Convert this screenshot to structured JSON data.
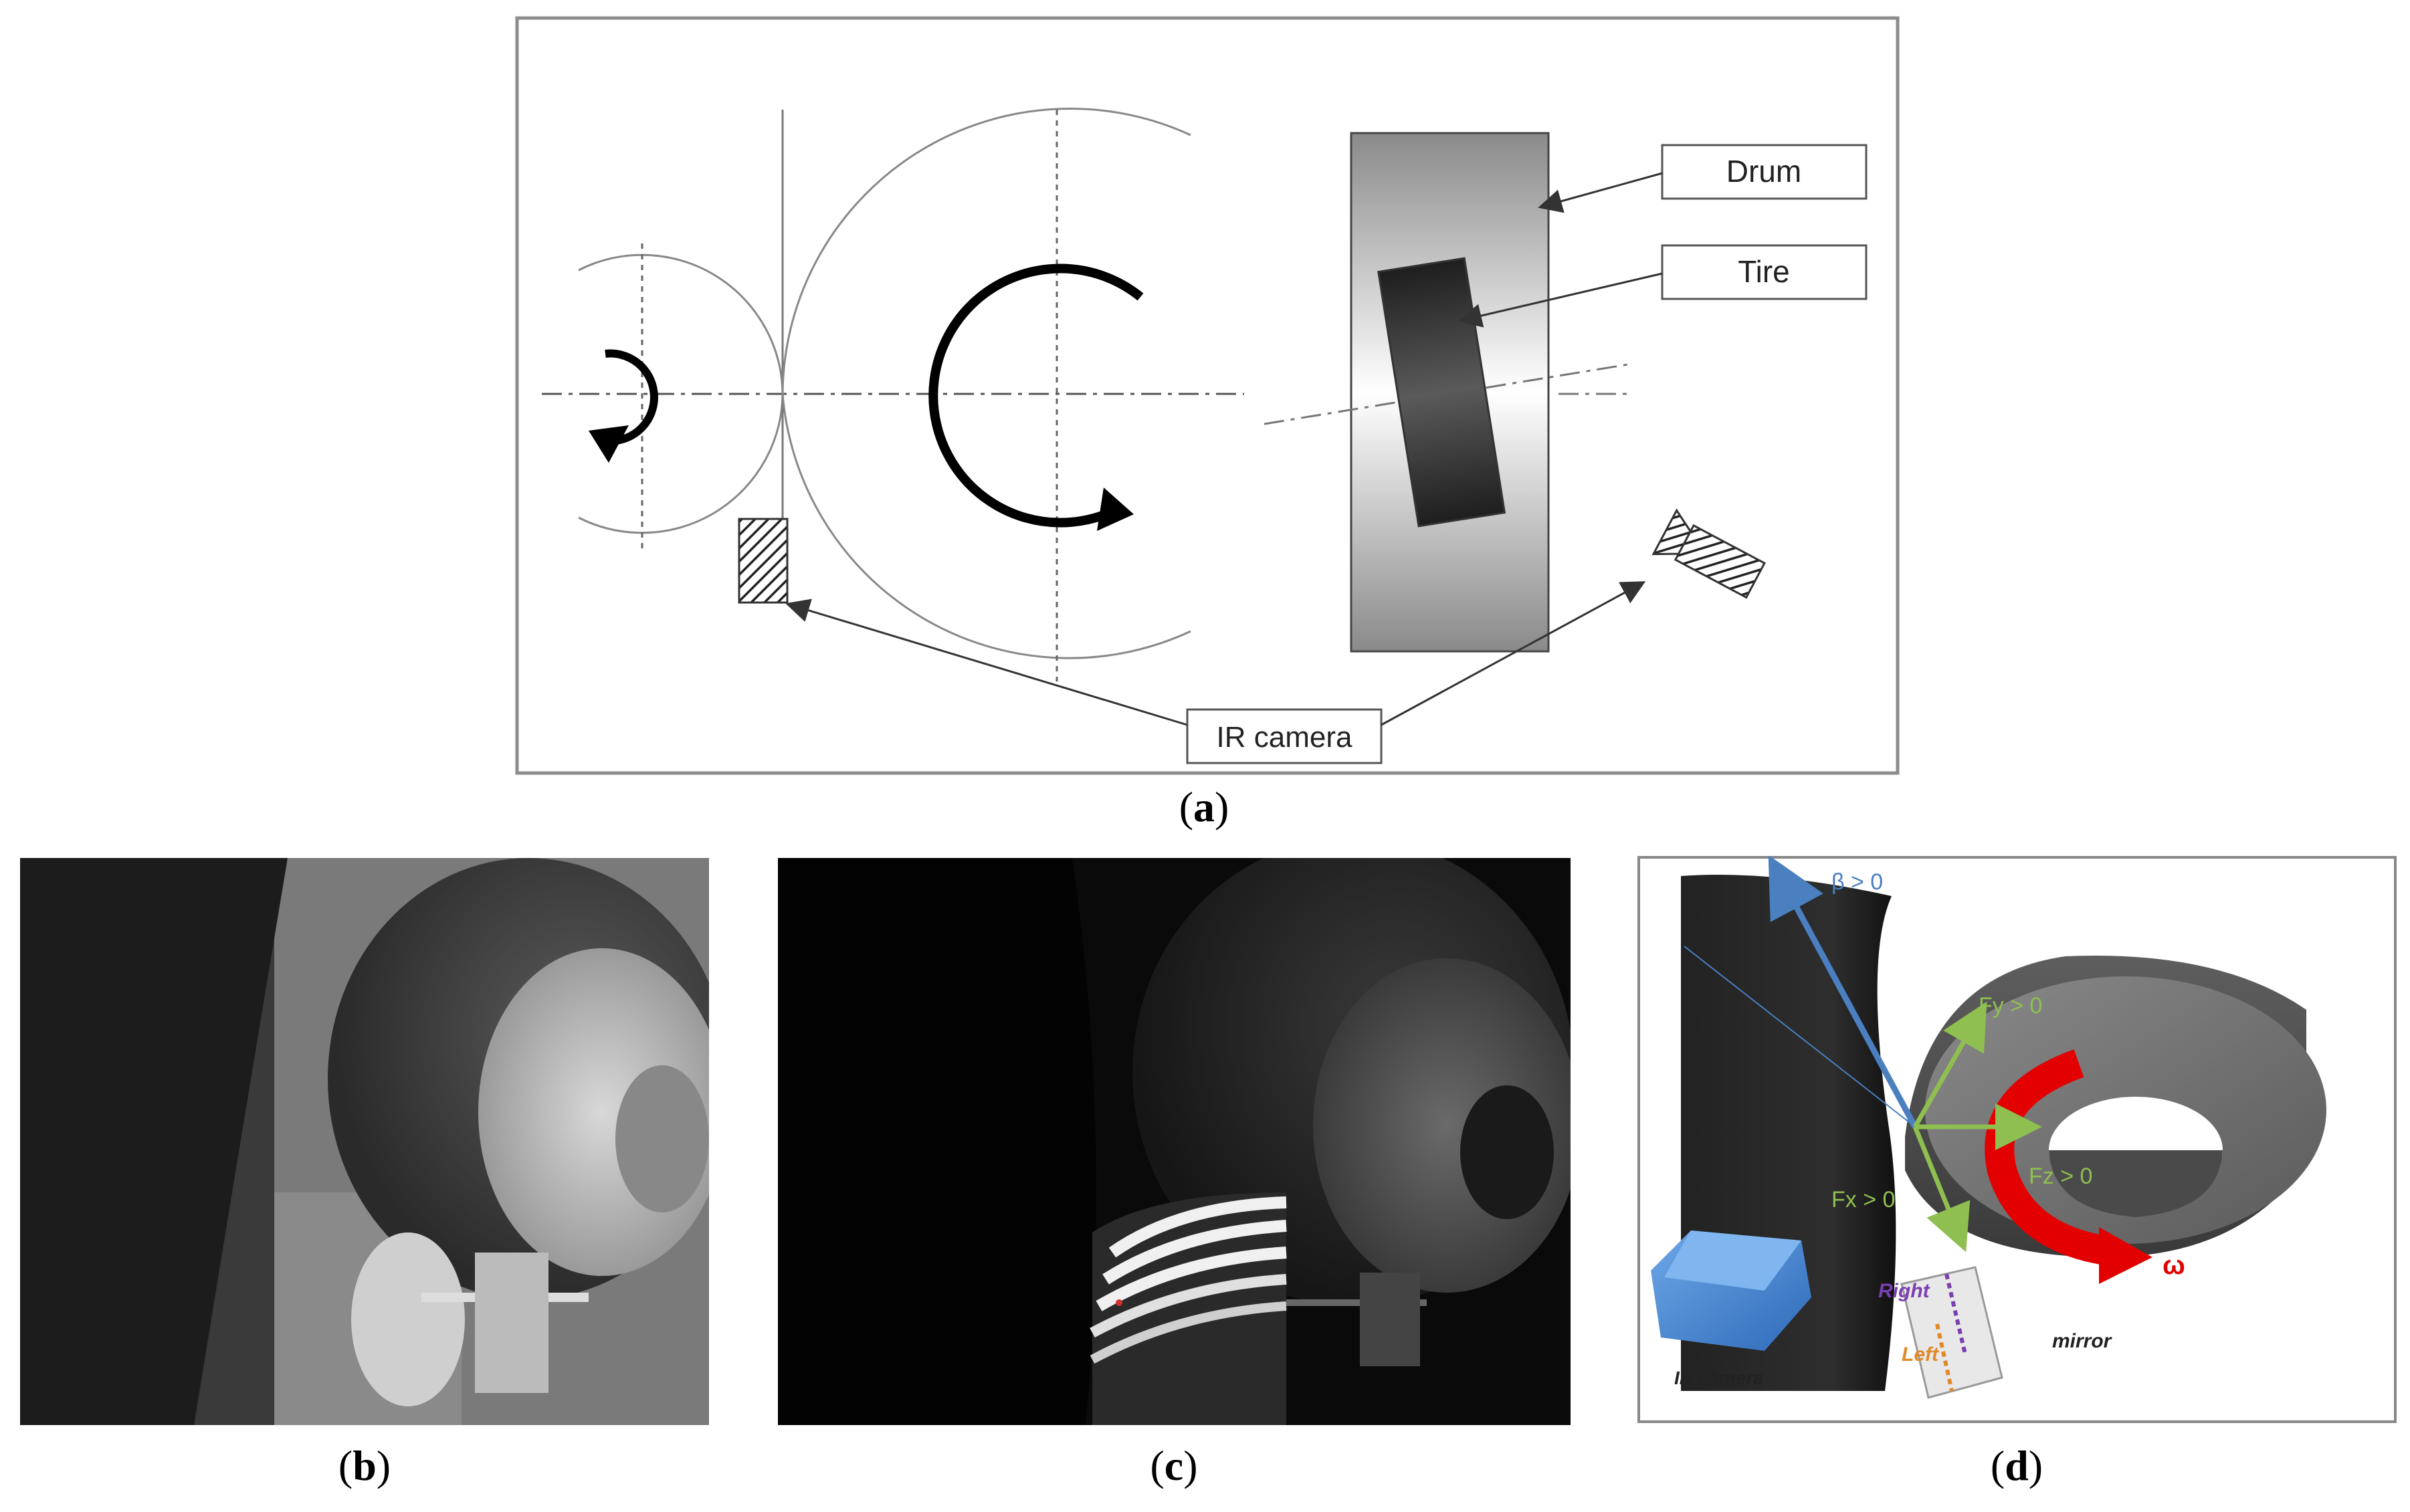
{
  "panel_a": {
    "labels": {
      "drum": "Drum",
      "tire": "Tire",
      "ir_camera": "IR camera"
    },
    "caption_letter": "a"
  },
  "panel_b": {
    "caption_letter": "b"
  },
  "panel_c": {
    "caption_letter": "c"
  },
  "panel_d": {
    "labels": {
      "beta": "β > 0",
      "fy": "Fy > 0",
      "fz": "Fz > 0",
      "fx": "Fx > 0",
      "omega": "ω",
      "right": "Right",
      "left": "Left",
      "mirror": "mirror",
      "ir_camera": "IR camera"
    },
    "colors": {
      "beta_arrow": "#4a7fc0",
      "force_arrow": "#8fbf50",
      "omega_arrow": "#e30000",
      "right_line": "#7a3fb0",
      "left_line": "#e08a2a",
      "camera": "#3f7fd0"
    },
    "caption_letter": "d"
  }
}
